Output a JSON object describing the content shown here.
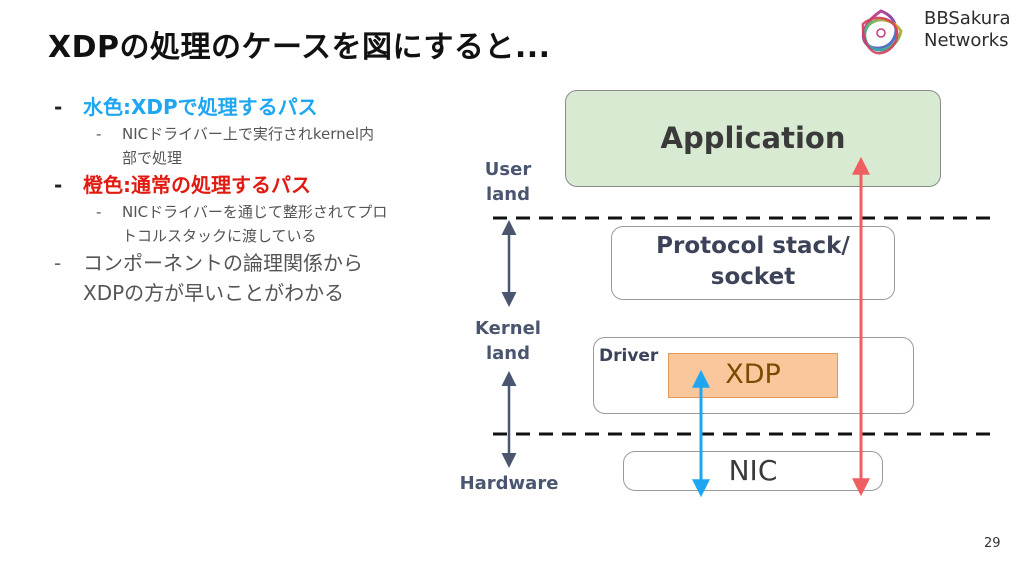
{
  "title": "XDPの処理のケースを図にすると...",
  "logo": {
    "line1": "BBSakura",
    "line2": "Networks"
  },
  "bullets": [
    {
      "level": 1,
      "style": "blue",
      "text": "水色:XDPで処理するパス"
    },
    {
      "level": 2,
      "style": "gray",
      "text_lines": [
        "NICドライバー上で実行されkernel内",
        "部で処理"
      ]
    },
    {
      "level": 1,
      "style": "red",
      "text": "橙色:通常の処理するパス"
    },
    {
      "level": 2,
      "style": "gray",
      "text_lines": [
        "NICドライバーを通じて整形されてプロ",
        "トコルスタックに渡している"
      ]
    },
    {
      "level": 1,
      "style": "gray",
      "text_lines": [
        "コンポーネントの論理関係から",
        "XDPの方が早いことがわかる"
      ]
    }
  ],
  "diagram": {
    "app": "Application",
    "proto": [
      "Protocol stack/",
      "socket"
    ],
    "driver": "Driver",
    "xdp": "XDP",
    "nic": "NIC",
    "user_land": [
      "User",
      "land"
    ],
    "kernel_land": [
      "Kernel",
      "land"
    ],
    "hardware": "Hardware"
  },
  "colors": {
    "blue_path": "#1ea7f0",
    "red_path": "#ef5f61",
    "arrow_gray": "#4a5670",
    "app_fill": "#d9ead2",
    "xdp_fill": "#f9c79b"
  },
  "page_number": "29"
}
